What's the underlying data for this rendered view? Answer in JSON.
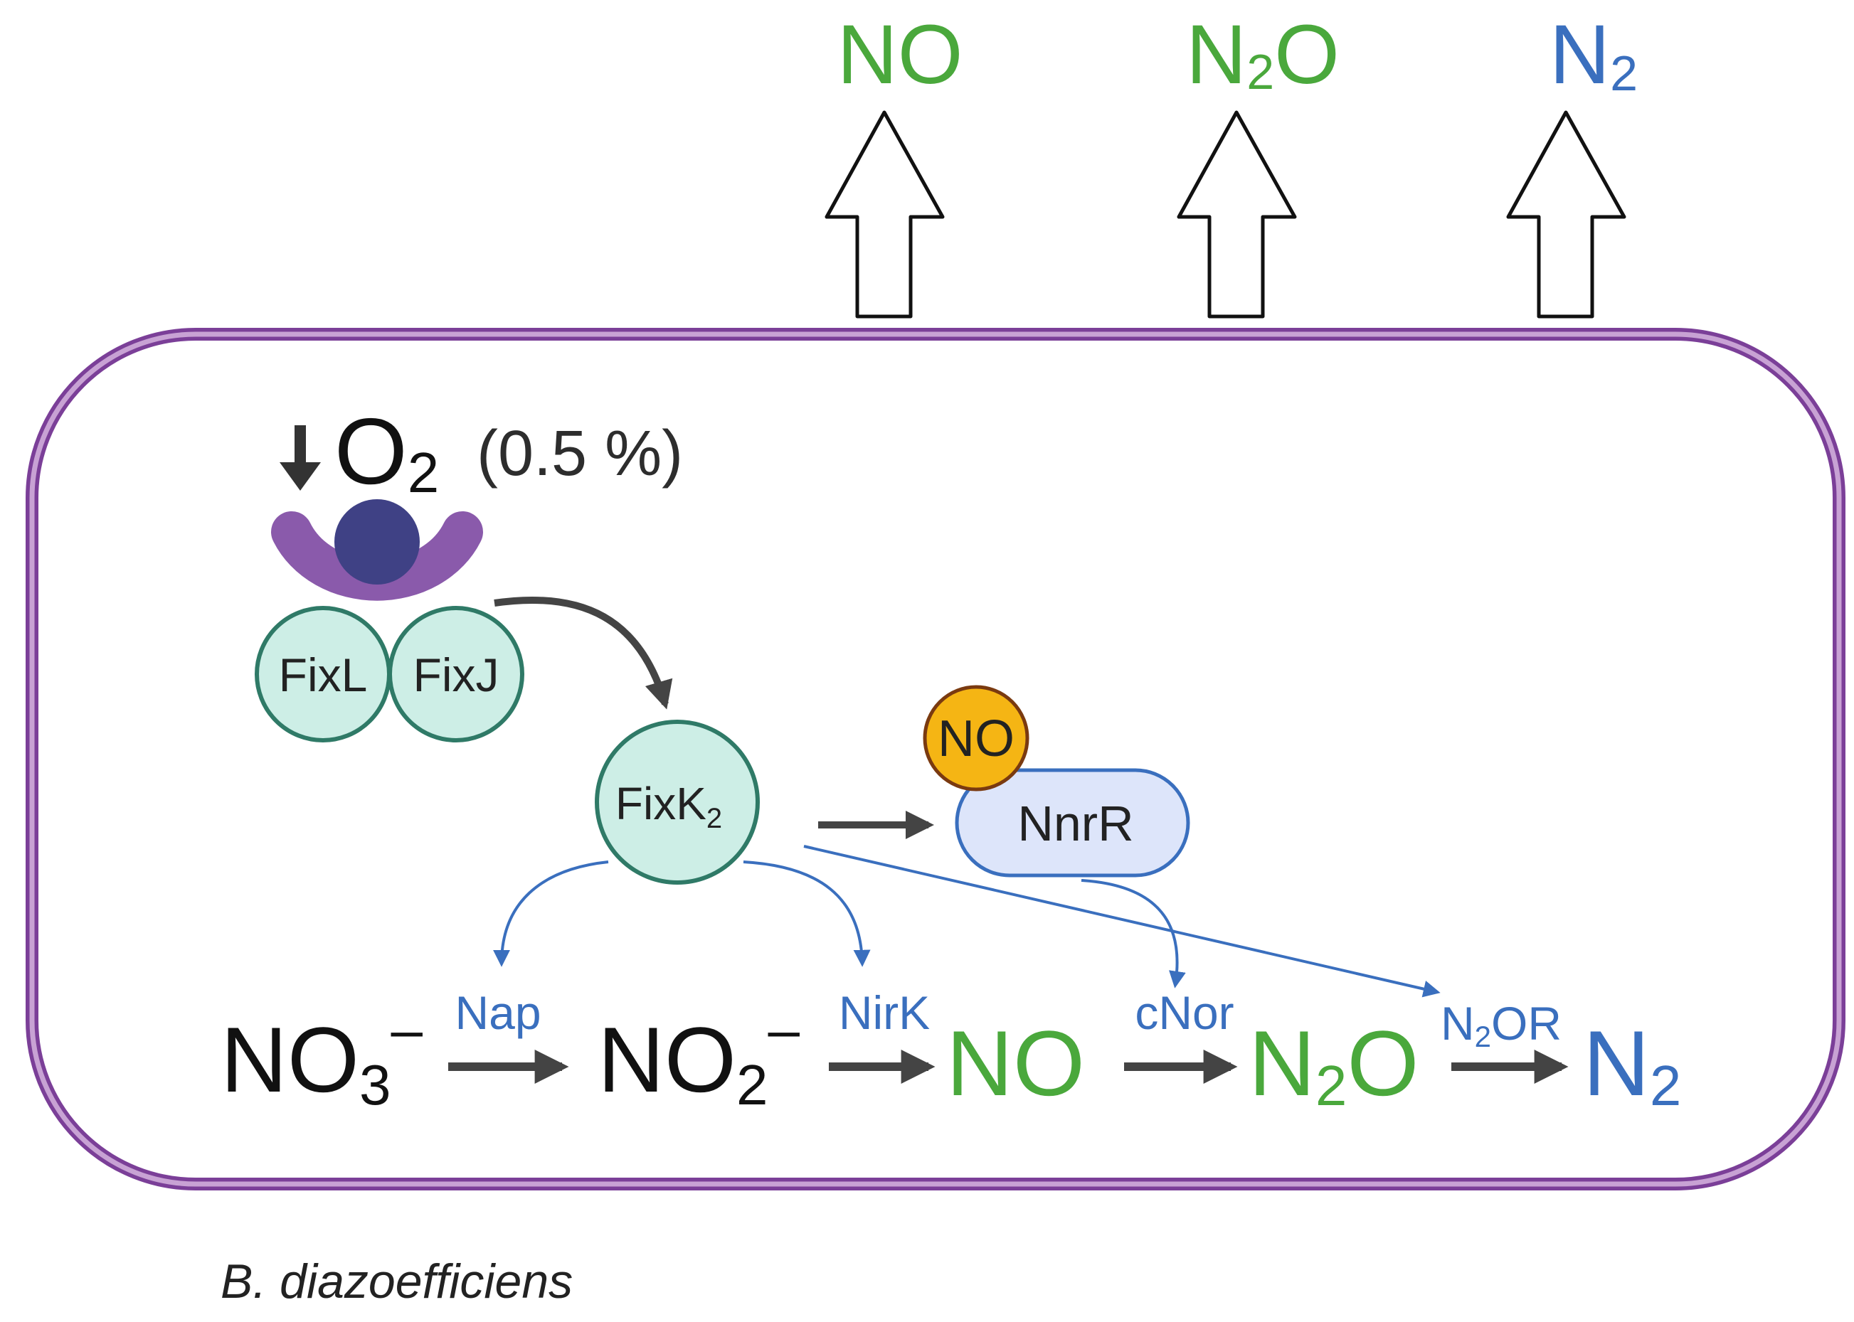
{
  "colors": {
    "membrane": "#7b3f98",
    "membrane_light": "#c8a2d4",
    "green_species": "#4aa83c",
    "blue_species": "#3a6fbe",
    "protein_fill": "#cdeee6",
    "protein_stroke": "#2f7a67",
    "receptor": "#8a5aab",
    "oxygen_ball": "#3f4185",
    "no_ball": "#f5b514",
    "nnrr_fill": "#dde5fa",
    "nnrr_stroke": "#3a6fbe",
    "arrow_dark": "#444444"
  },
  "exports": [
    {
      "base": "NO",
      "sub": "",
      "tail": ""
    },
    {
      "base": "N",
      "sub": "2",
      "tail": "O"
    },
    {
      "base": "N",
      "sub": "2",
      "tail": ""
    }
  ],
  "oxygen": {
    "base": "O",
    "sub": "2",
    "note": "(0.5 %)"
  },
  "proteins": {
    "fixl": "FixL",
    "fixj": "FixJ",
    "fixk2_base": "FixK",
    "fixk2_sub": "2",
    "nnrr": "NnrR",
    "no_ligand": "NO"
  },
  "pathway": {
    "no3": {
      "base": "NO",
      "sub": "3",
      "charge": "–"
    },
    "no2": {
      "base": "NO",
      "sub": "2",
      "charge": "–"
    },
    "no": "NO",
    "n2o": {
      "base": "N",
      "sub": "2",
      "tail": "O"
    },
    "n2": {
      "base": "N",
      "sub": "2"
    }
  },
  "enzymes": {
    "nap": "Nap",
    "nirk": "NirK",
    "cnor": "cNor",
    "n2or": {
      "base": "N",
      "sub": "2",
      "tail": "OR"
    }
  },
  "organism": "B.  diazoefficiens"
}
